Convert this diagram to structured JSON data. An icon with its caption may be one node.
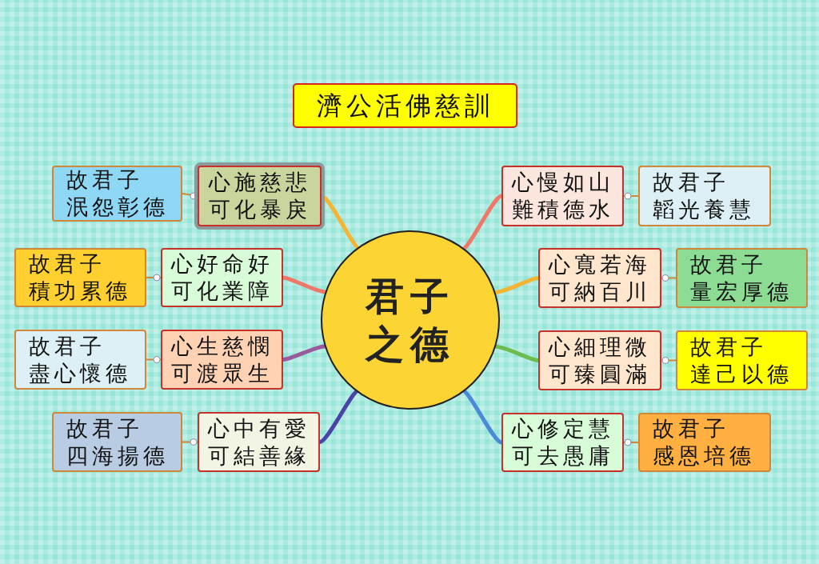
{
  "diagram": {
    "title": "濟公活佛慈訓",
    "nodes": [
      {
        "text": [
          "君子之德"
        ]
      },
      {
        "text": [
          "心施慈悲",
          "可化暴戾"
        ]
      },
      {
        "text": [
          "故君子",
          "泯怨彰德"
        ]
      },
      {
        "text": [
          "心好命好",
          "可化業障"
        ]
      },
      {
        "text": [
          "故君子",
          "積功累德"
        ]
      },
      {
        "text": [
          "心生慈憫",
          "可渡眾生"
        ]
      },
      {
        "text": [
          "故君子",
          "盡心懷德"
        ]
      },
      {
        "text": [
          "心中有愛",
          "可結善緣"
        ]
      },
      {
        "text": [
          "故君子",
          "四海揚德"
        ]
      },
      {
        "text": [
          "心慢如山",
          "難積德水"
        ]
      },
      {
        "text": [
          "故君子",
          "韜光養慧"
        ]
      },
      {
        "text": [
          "心寬若海",
          "可納百川"
        ]
      },
      {
        "text": [
          "故君子",
          "量宏厚德"
        ]
      },
      {
        "text": [
          "心細理微",
          "可臻圓滿"
        ]
      },
      {
        "text": [
          "故君子",
          "達己以德"
        ]
      },
      {
        "text": [
          "心修定慧",
          "可去愚庸"
        ]
      },
      {
        "text": [
          "故君子",
          "感恩培德"
        ]
      }
    ],
    "edges": [
      {
        "from": 0,
        "to": 1,
        "arrow": "none",
        "style": "thick",
        "color": "#f5b431"
      },
      {
        "from": 1,
        "to": 2,
        "arrow": "none"
      },
      {
        "from": 0,
        "to": 3,
        "arrow": "none",
        "style": "thick",
        "color": "#f07868"
      },
      {
        "from": 3,
        "to": 4,
        "arrow": "none"
      },
      {
        "from": 0,
        "to": 5,
        "arrow": "none",
        "style": "thick",
        "color": "#9a5a9e"
      },
      {
        "from": 5,
        "to": 6,
        "arrow": "none"
      },
      {
        "from": 0,
        "to": 7,
        "arrow": "none",
        "style": "thick",
        "color": "#4a44a8"
      },
      {
        "from": 7,
        "to": 8,
        "arrow": "none"
      },
      {
        "from": 0,
        "to": 9,
        "arrow": "none",
        "style": "thick",
        "color": "#f07868"
      },
      {
        "from": 9,
        "to": 10,
        "arrow": "none"
      },
      {
        "from": 0,
        "to": 11,
        "arrow": "none",
        "style": "thick",
        "color": "#f5b431"
      },
      {
        "from": 11,
        "to": 12,
        "arrow": "none"
      },
      {
        "from": 0,
        "to": 13,
        "arrow": "none",
        "style": "thick",
        "color": "#6cbc50"
      },
      {
        "from": 13,
        "to": 14,
        "arrow": "none"
      },
      {
        "from": 0,
        "to": 15,
        "arrow": "none",
        "style": "thick",
        "color": "#4a8ad8"
      },
      {
        "from": 15,
        "to": 16,
        "arrow": "none"
      }
    ]
  }
}
